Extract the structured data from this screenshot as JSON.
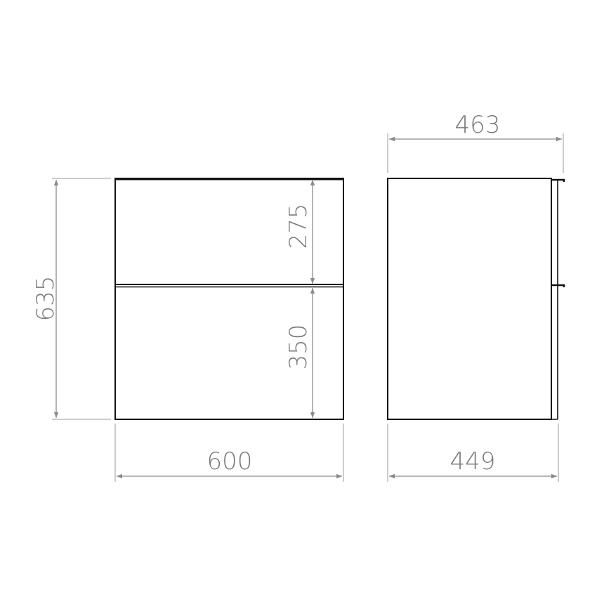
{
  "front_view": {
    "height_label": "635",
    "top_drawer_label": "275",
    "bottom_drawer_label": "350",
    "width_label": "600"
  },
  "side_view": {
    "overall_depth_label": "463",
    "carcass_depth_label": "449"
  }
}
